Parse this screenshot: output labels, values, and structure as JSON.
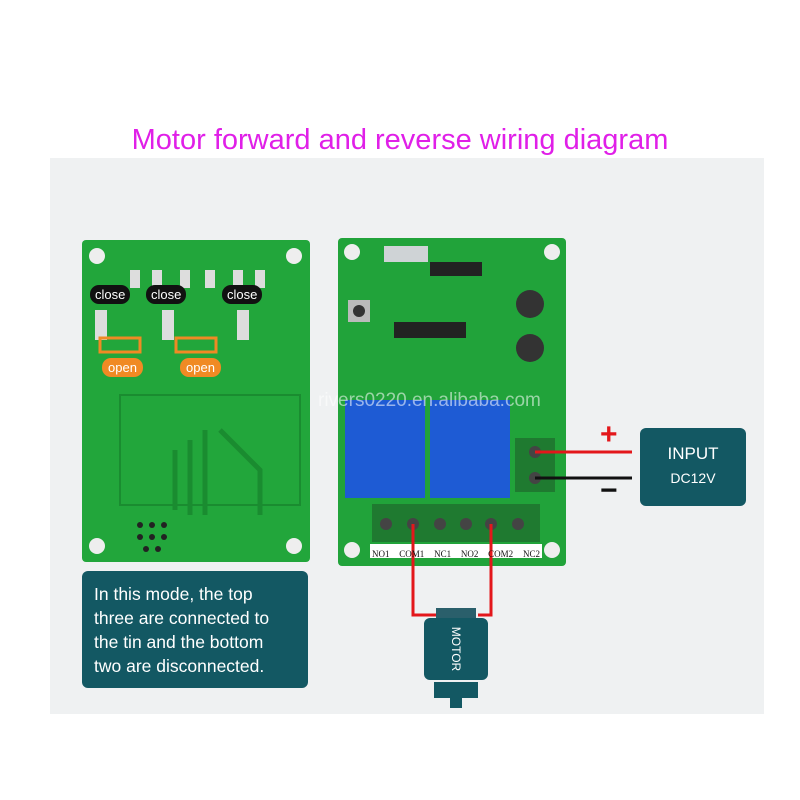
{
  "title": "Motor forward and reverse wiring diagram",
  "note_lines": [
    "In this mode, the top",
    "three are connected to",
    "the tin and the bottom",
    "two are disconnected."
  ],
  "input": {
    "line1": "INPUT",
    "line2": "DC12V",
    "plus": "+",
    "minus": "−"
  },
  "jumper_labels": {
    "close": "close",
    "open": "open"
  },
  "terminal_labels": [
    "NO1",
    "COM1",
    "NC1",
    "NO2",
    "COM2",
    "NC2"
  ],
  "motor_label": "MOTOR",
  "watermark": "rivers0220.en.alibaba.com",
  "colors": {
    "title": "#e01fe8",
    "box": "#135863",
    "pcb": "#21a33a",
    "wire_red": "#e3171b",
    "open_tag": "#f08a24"
  }
}
